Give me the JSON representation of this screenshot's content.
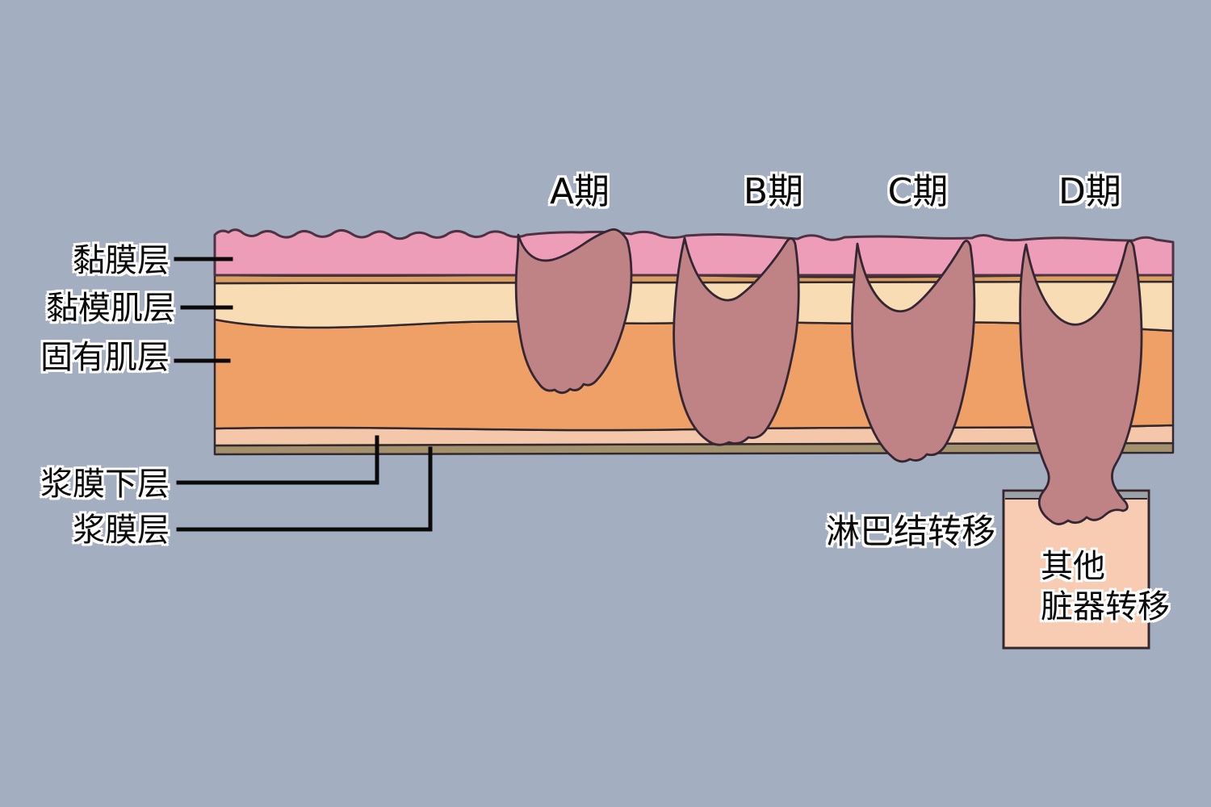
{
  "colors": {
    "background": "#a4aec1",
    "mucosa_pink": "#ee9db8",
    "mucosa_edge": "#4e3242",
    "mucosa_muscle_tan": "#d89e62",
    "submucosa_cream": "#f8dcb4",
    "muscularis_orange": "#efa066",
    "subserosa_peach": "#f4c6aa",
    "serosa_olive": "#a3906c",
    "tumor_mauve": "#bf8285",
    "outline_dark": "#33282e",
    "leader_black": "#0a0a0a",
    "organ_box_fill": "#f8ccb3",
    "organ_box_top_bar": "#9aa2ac"
  },
  "layer_labels": {
    "mucosa": "黏膜层",
    "muscularis_mucosae": "黏模肌层",
    "muscularis_propria": "固有肌层",
    "subserosa": "浆膜下层",
    "serosa": "浆膜层"
  },
  "stages": [
    {
      "label": "A期"
    },
    {
      "label": "B期"
    },
    {
      "label": "C期"
    },
    {
      "label": "D期"
    }
  ],
  "metastasis": {
    "lymph_node_label": "淋巴结转移",
    "organ_box_line1": "其他",
    "organ_box_line2": "脏器转移"
  }
}
